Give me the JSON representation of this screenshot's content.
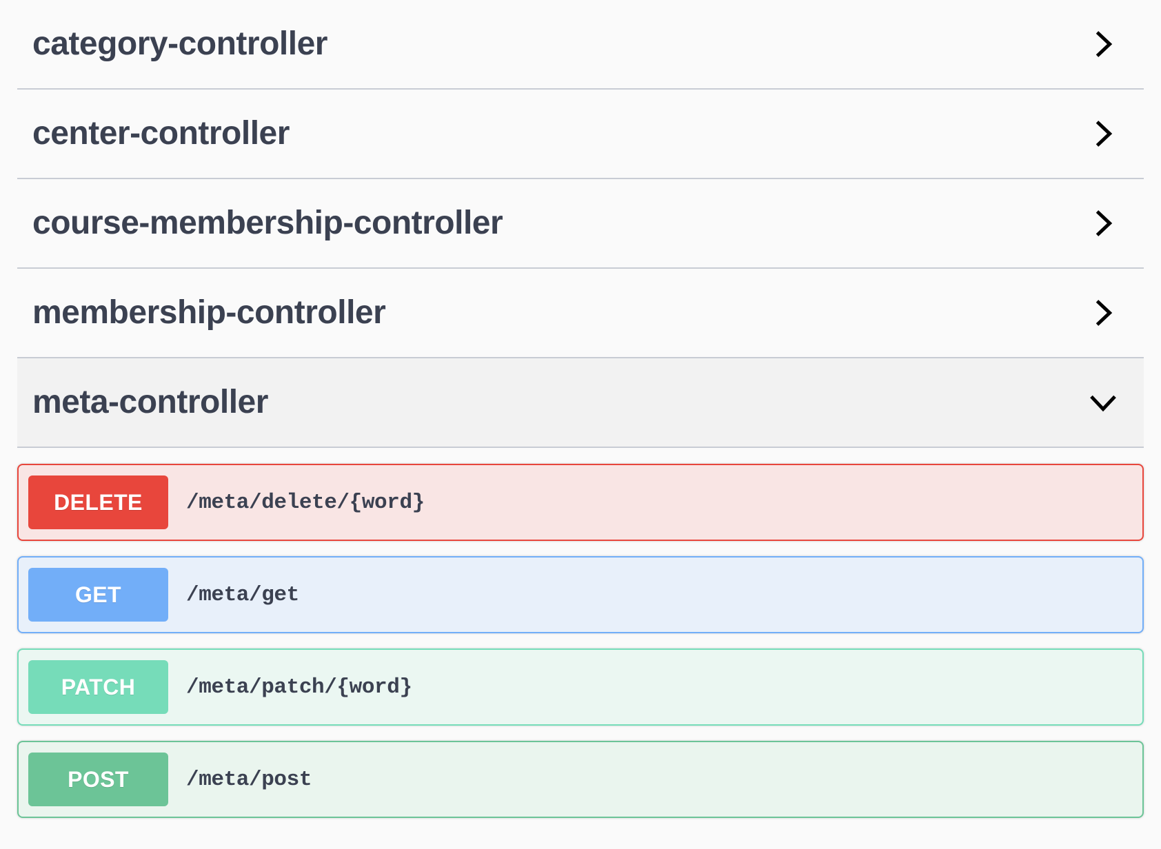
{
  "page": {
    "background": "#fafafa",
    "text_color": "#3b4151",
    "divider_color": "#c8ccd4"
  },
  "tag_sections": [
    {
      "name": "category-controller",
      "expanded": false,
      "chevron_icon": "chevron-right-icon",
      "operations": []
    },
    {
      "name": "center-controller",
      "expanded": false,
      "chevron_icon": "chevron-right-icon",
      "operations": []
    },
    {
      "name": "course-membership-controller",
      "expanded": false,
      "chevron_icon": "chevron-right-icon",
      "operations": []
    },
    {
      "name": "membership-controller",
      "expanded": false,
      "chevron_icon": "chevron-right-icon",
      "operations": []
    },
    {
      "name": "meta-controller",
      "expanded": true,
      "chevron_icon": "chevron-down-icon",
      "operations": [
        {
          "method": "DELETE",
          "path": "/meta/delete/{word}",
          "badge_color": "#e8463c",
          "row_background": "#f9e5e4",
          "border_color": "#e8463c"
        },
        {
          "method": "GET",
          "path": "/meta/get",
          "badge_color": "#72aef8",
          "row_background": "#e8f0fa",
          "border_color": "#72aef8"
        },
        {
          "method": "PATCH",
          "path": "/meta/patch/{word}",
          "badge_color": "#76dcb9",
          "row_background": "#ebf7f2",
          "border_color": "#76dcb9"
        },
        {
          "method": "POST",
          "path": "/meta/post",
          "badge_color": "#6cc497",
          "row_background": "#eaf5ee",
          "border_color": "#6cc497"
        }
      ]
    }
  ]
}
